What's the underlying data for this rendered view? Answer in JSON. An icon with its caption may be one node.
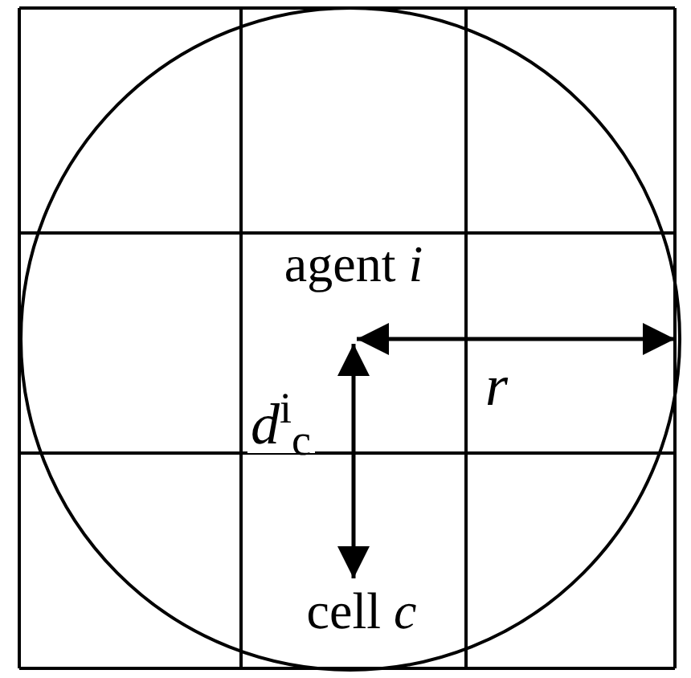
{
  "diagram": {
    "nodes": [
      {
        "text": [
          "agent *i*"
        ]
      },
      {
        "text": [
          "cell *c*"
        ]
      }
    ],
    "edges": [
      {
        "from": 0,
        "to": 1,
        "arrow": "both",
        "label": "*d*$^{i}$$_{c}$"
      }
    ],
    "labels": [
      "*r*"
    ]
  }
}
